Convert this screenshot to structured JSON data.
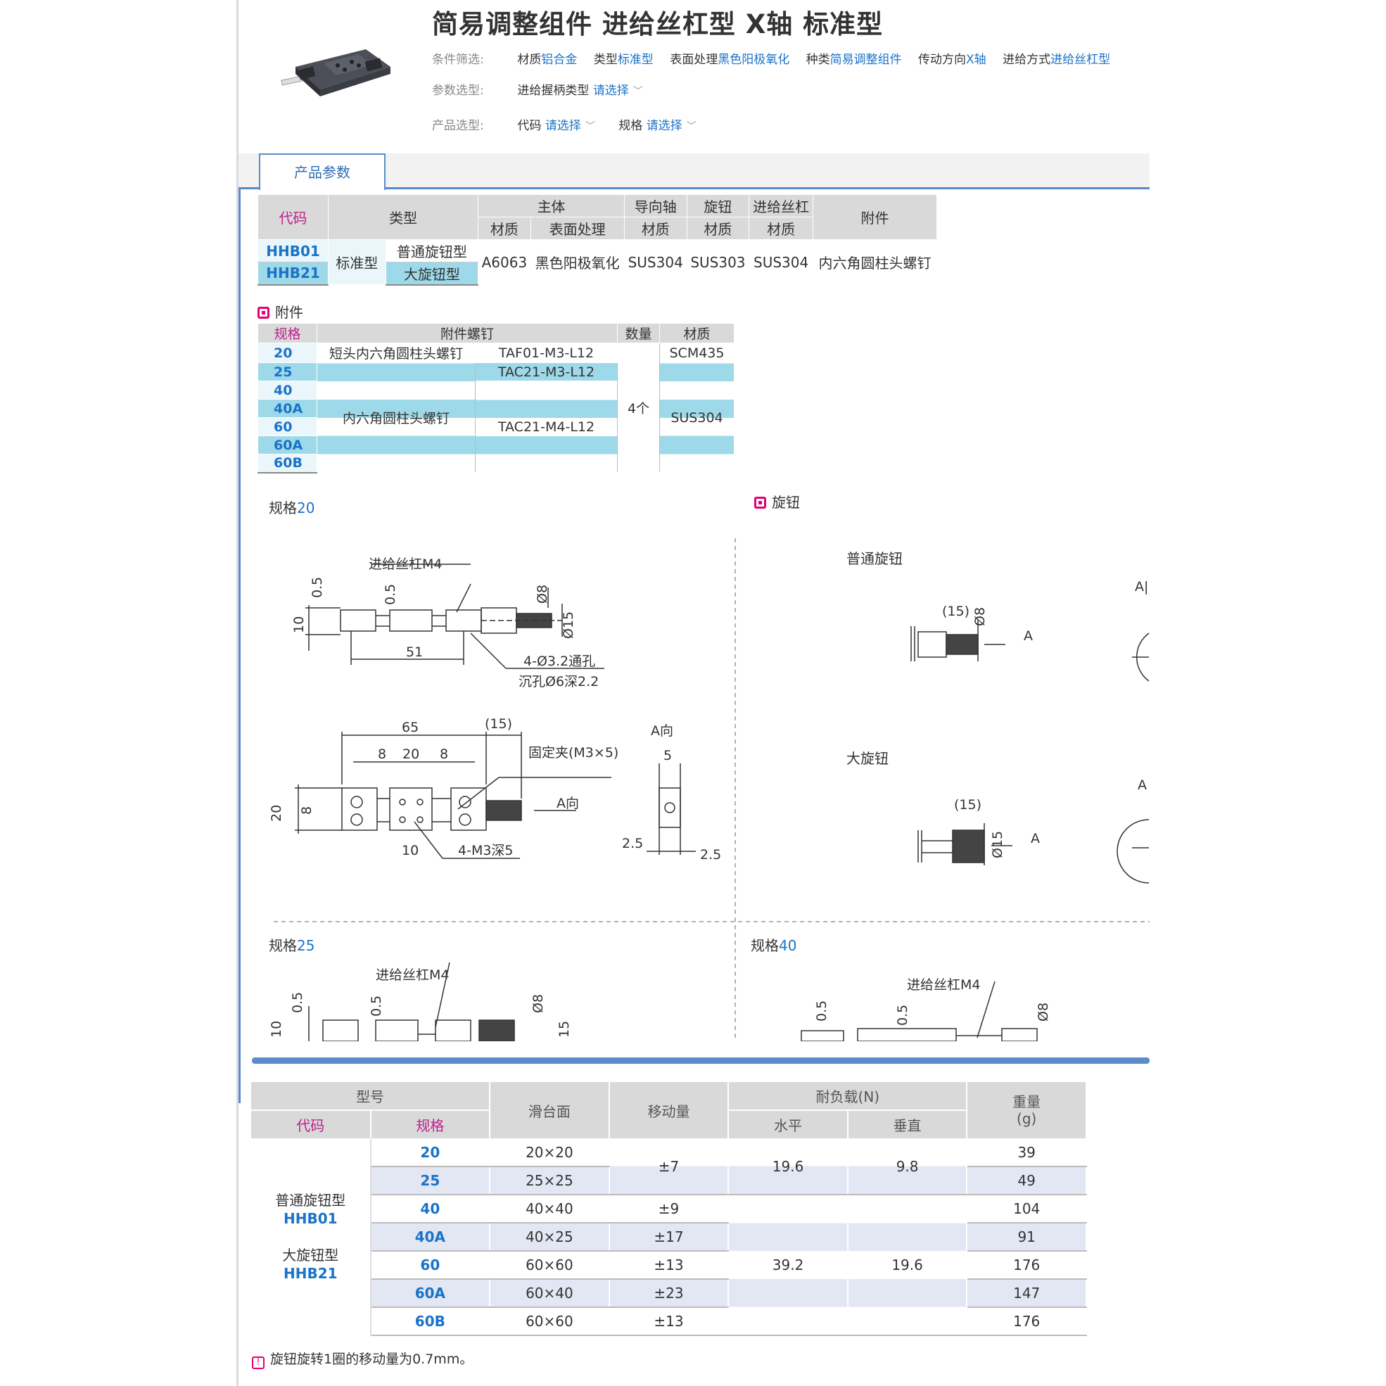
{
  "page": {
    "title": "简易调整组件 进给丝杠型 X轴 标准型"
  },
  "filters": {
    "condition_label": "条件筛选:",
    "conditions": [
      {
        "k": "材质",
        "v": "铝合金"
      },
      {
        "k": "类型",
        "v": "标准型"
      },
      {
        "k": "表面处理",
        "v": "黑色阳极氧化"
      },
      {
        "k": "种类",
        "v": "简易调整组件"
      },
      {
        "k": "传动方向",
        "v": "X轴"
      },
      {
        "k": "进给方式",
        "v": "进给丝杠型"
      }
    ],
    "param_label": "参数选型:",
    "param_key": "进给握柄类型",
    "param_value": "请选择",
    "product_label": "产品选型:",
    "code_key": "代码",
    "code_value": "请选择",
    "spec_key": "规格",
    "spec_value": "请选择"
  },
  "tab": {
    "label": "产品参数"
  },
  "main_table": {
    "h_code": "代码",
    "h_type": "类型",
    "h_body": "主体",
    "h_guide": "导向轴",
    "h_knob": "旋钮",
    "h_screw": "进给丝杠",
    "h_acc": "附件",
    "h_material": "材质",
    "h_surface": "表面处理",
    "rows": [
      {
        "code": "HHB01",
        "subtype": "普通旋钮型"
      },
      {
        "code": "HHB21",
        "subtype": "大旋钮型"
      }
    ],
    "type": "标准型",
    "body_material": "A6063",
    "surface": "黑色阳极氧化",
    "guide_material": "SUS304",
    "knob_material": "SUS303",
    "screw_material": "SUS304",
    "accessory": "内六角圆柱头螺钉"
  },
  "acc_section": {
    "title": "附件"
  },
  "acc_table": {
    "h_spec": "规格",
    "h_screw": "附件螺钉",
    "h_qty": "数量",
    "h_mat": "材质",
    "specs": [
      "20",
      "25",
      "40",
      "40A",
      "60",
      "60A",
      "60B"
    ],
    "name_short": "短头内六角圆柱头螺钉",
    "name_std": "内六角圆柱头螺钉",
    "part1": "TAF01-M3-L12",
    "part2": "TAC21-M3-L12",
    "part3": "TAC21-M4-L12",
    "qty": "4个",
    "mat1": "SCM435",
    "mat2": "SUS304"
  },
  "drawings": {
    "spec_word": "规格",
    "spec20": "20",
    "spec25": "25",
    "spec40": "40",
    "knob_title": "旋钮",
    "normal_knob": "普通旋钮",
    "big_knob": "大旋钮",
    "feed_screw": "进给丝杠M4",
    "d8": "Ø8",
    "d15": "Ø15",
    "dim10": "10",
    "dim05": "0.5",
    "dim51": "51",
    "through_hole": "4-Ø3.2通孔",
    "counterbore": "沉孔Ø6深2.2",
    "dim65": "65",
    "dim15p": "(15)",
    "dim8": "8",
    "dim20": "20",
    "clip": "固定夹(M3×5)",
    "a_dir": "A向",
    "tap": "4-M3深5",
    "dim5": "5",
    "dim25": "2.5",
    "dim15": "15",
    "letter_a": "A",
    "a_bar": "A|"
  },
  "spec_table": {
    "h_model": "型号",
    "h_code": "代码",
    "h_spec": "规格",
    "h_face": "滑台面",
    "h_move": "移动量",
    "h_load": "耐负载(N)",
    "h_horiz": "水平",
    "h_vert": "垂直",
    "h_weight": "重量",
    "h_unit": "(g)",
    "left1": "普通旋钮型",
    "left1_code": "HHB01",
    "left2": "大旋钮型",
    "left2_code": "HHB21",
    "rows": [
      {
        "spec": "20",
        "face": "20×20",
        "weight": "39"
      },
      {
        "spec": "25",
        "face": "25×25",
        "weight": "49"
      },
      {
        "spec": "40",
        "face": "40×40",
        "move": "±9",
        "weight": "104"
      },
      {
        "spec": "40A",
        "face": "40×25",
        "move": "±17",
        "weight": "91"
      },
      {
        "spec": "60",
        "face": "60×60",
        "move": "±13",
        "weight": "176"
      },
      {
        "spec": "60A",
        "face": "60×40",
        "move": "±23",
        "weight": "147"
      },
      {
        "spec": "60B",
        "face": "60×60",
        "move": "±13",
        "weight": "176"
      }
    ],
    "move_small": "±7",
    "horiz_small": "19.6",
    "vert_small": "9.8",
    "horiz_big": "39.2",
    "vert_big": "19.6"
  },
  "note": {
    "text": "旋钮旋转1圈的移动量为0.7mm。"
  }
}
